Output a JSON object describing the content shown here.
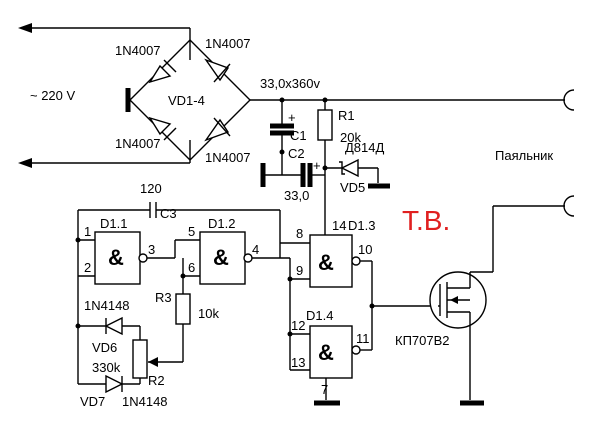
{
  "labels": {
    "mains_voltage": "~ 220 V",
    "d_top_left": "1N4007",
    "d_top_right": "1N4007",
    "d_bot_left": "1N4007",
    "d_bot_right": "1N4007",
    "bridge_ref": "VD1-4",
    "c1_value": "33,0x360v",
    "c1_ref": "C1",
    "r1_ref": "R1",
    "r1_value": "20k",
    "c2_ref": "C2",
    "c2_value": "33,0",
    "zener_type": "Д814Д",
    "zener_ref": "VD5",
    "load_name": "Паяльник",
    "c3_value": "120",
    "c3_ref": "C3",
    "d11_ref": "D1.1",
    "d12_ref": "D1.2",
    "d13_ref": "D1.3",
    "d14_ref": "D1.4",
    "gate_symbol": "&",
    "tv_mark": "Т.В.",
    "r3_ref": "R3",
    "r3_value": "10k",
    "vd6_type": "1N4148",
    "vd6_ref": "VD6",
    "r2_value": "330k",
    "r2_ref": "R2",
    "vd7_ref": "VD7",
    "vd7_type": "1N4148",
    "mosfet_type": "КП707В2",
    "plus_sign": "+"
  },
  "pins": {
    "d11_in1": "1",
    "d11_in2": "2",
    "d11_out": "3",
    "d12_in1": "5",
    "d12_in2": "6",
    "d12_out": "4",
    "d13_in1": "8",
    "d13_in2": "9",
    "d13_out": "10",
    "d13_vcc": "14",
    "d14_in1": "12",
    "d14_in2": "13",
    "d14_out": "11",
    "d14_gnd": "7"
  }
}
